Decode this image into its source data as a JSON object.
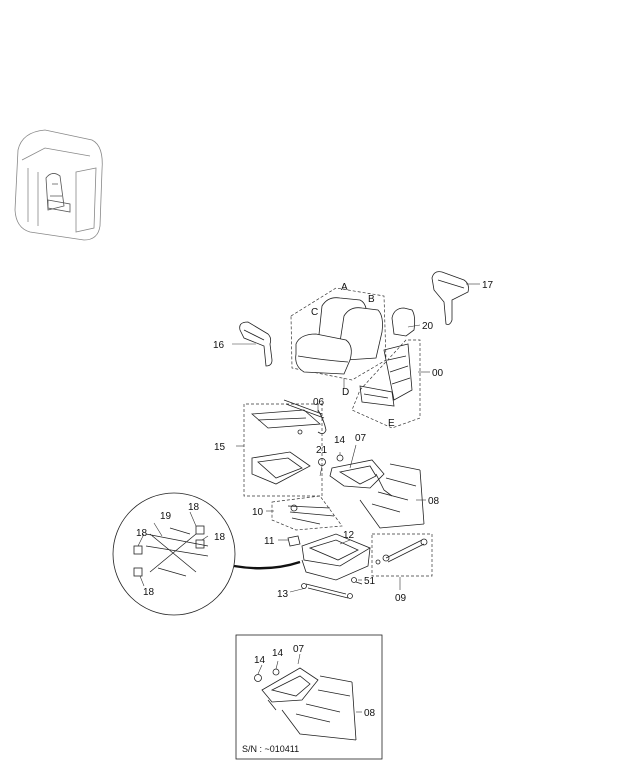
{
  "callouts": {
    "c00": "00",
    "c06": "06",
    "c07": "07",
    "c08": "08",
    "c09": "09",
    "c10": "10",
    "c11": "11",
    "c12": "12",
    "c13": "13",
    "c14": "14",
    "c15": "15",
    "c16": "16",
    "c17": "17",
    "c18": "18",
    "c19": "19",
    "c20": "20",
    "c21": "21",
    "c51": "51",
    "A": "A",
    "B": "B",
    "C": "C",
    "D": "D",
    "E": "E"
  },
  "inset": {
    "c14a": "14",
    "c14b": "14",
    "c07": "07",
    "c08": "08",
    "serial": "S/N :   ~010411"
  }
}
